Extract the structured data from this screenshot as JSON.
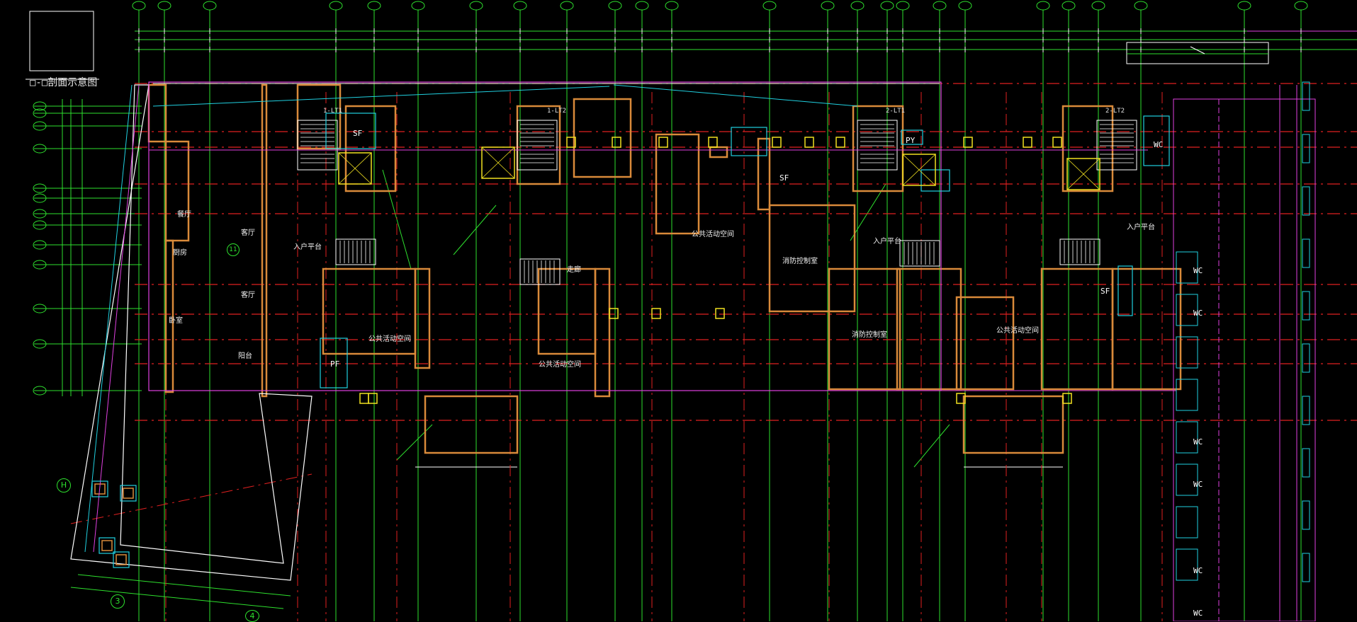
{
  "section_title": "□-□剖面示意图",
  "stair_labels": [
    "1-LT1",
    "1-LT2",
    "2-LT1",
    "2-LT2"
  ],
  "tags": {
    "sf": "SF",
    "pf": "PF",
    "py": "PY",
    "wc": "WC"
  },
  "axis_markers": {
    "h": "H",
    "three": "3",
    "four": "4",
    "eleven": "11"
  },
  "rooms": {
    "bedroom": "卧室",
    "living": "客厅",
    "kitchen": "厨房",
    "dining": "餐厅",
    "balcony": "阳台",
    "public_space": "公共活动空间",
    "fire_control": "消防控制室",
    "entrance": "入户平台",
    "corridor": "走廊"
  },
  "colors": {
    "background": "#000000",
    "axis": "#2ee02e",
    "wall": "#d98a3a",
    "dash_red": "#e02020",
    "magenta": "#e040e0",
    "cyan": "#20d0e0",
    "yellow": "#f0e020",
    "white": "#ffffff"
  }
}
